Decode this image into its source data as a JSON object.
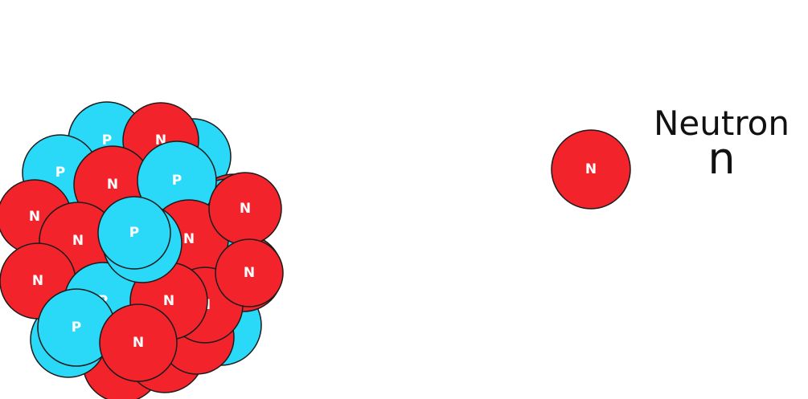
{
  "colors": {
    "proton_fill": "#2ad9f7",
    "neutron_fill": "#f2232a",
    "outline": "#1b1b1b",
    "label": "#ffffff"
  },
  "labels": {
    "proton": "P",
    "neutron": "N"
  },
  "nucleus": {
    "particles": [
      "N",
      "N",
      "P",
      "P",
      "P",
      "P",
      "P",
      "P",
      "N",
      "N",
      "N",
      "N",
      "N",
      "P",
      "P",
      "P",
      "N",
      "N",
      "N",
      "N",
      "N",
      "N",
      "P",
      "N",
      "P",
      "N",
      "P",
      "N",
      "P",
      "N"
    ]
  },
  "free_particle": {
    "label": "N",
    "name": "Neutron",
    "symbol": "n"
  }
}
